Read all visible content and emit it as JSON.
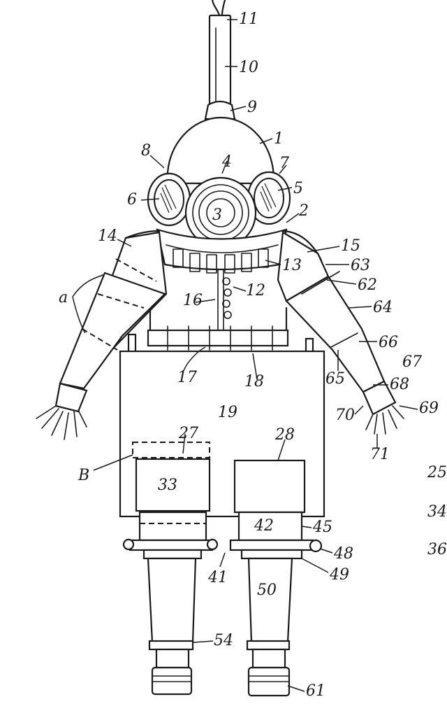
{
  "reference_numerals": [
    {
      "id": "n11",
      "text": "11"
    },
    {
      "id": "n10",
      "text": "10"
    },
    {
      "id": "n9",
      "text": "9"
    },
    {
      "id": "n1",
      "text": "1"
    },
    {
      "id": "n8",
      "text": "8"
    },
    {
      "id": "n4",
      "text": "4"
    },
    {
      "id": "n7",
      "text": "7"
    },
    {
      "id": "n6",
      "text": "6"
    },
    {
      "id": "n5",
      "text": "5"
    },
    {
      "id": "n3",
      "text": "3"
    },
    {
      "id": "n2",
      "text": "2"
    },
    {
      "id": "n14",
      "text": "14"
    },
    {
      "id": "n15",
      "text": "15"
    },
    {
      "id": "n13",
      "text": "13"
    },
    {
      "id": "n63",
      "text": "63"
    },
    {
      "id": "n62",
      "text": "62"
    },
    {
      "id": "na",
      "text": "a"
    },
    {
      "id": "n12",
      "text": "12"
    },
    {
      "id": "n16",
      "text": "16"
    },
    {
      "id": "n64",
      "text": "64"
    },
    {
      "id": "n66",
      "text": "66"
    },
    {
      "id": "n67",
      "text": "67"
    },
    {
      "id": "n17",
      "text": "17"
    },
    {
      "id": "n18",
      "text": "18"
    },
    {
      "id": "n65",
      "text": "65"
    },
    {
      "id": "n68",
      "text": "68"
    },
    {
      "id": "n19",
      "text": "19"
    },
    {
      "id": "n70",
      "text": "70"
    },
    {
      "id": "n69",
      "text": "69"
    },
    {
      "id": "n27",
      "text": "27"
    },
    {
      "id": "n28",
      "text": "28"
    },
    {
      "id": "n71",
      "text": "71"
    },
    {
      "id": "nB",
      "text": "B"
    },
    {
      "id": "n33",
      "text": "33"
    },
    {
      "id": "n42",
      "text": "42"
    },
    {
      "id": "n45",
      "text": "45"
    },
    {
      "id": "n48",
      "text": "48"
    },
    {
      "id": "n41",
      "text": "41"
    },
    {
      "id": "n49",
      "text": "49"
    },
    {
      "id": "n50",
      "text": "50"
    },
    {
      "id": "n54",
      "text": "54"
    },
    {
      "id": "n61",
      "text": "61"
    },
    {
      "id": "m25",
      "text": "25"
    },
    {
      "id": "m34",
      "text": "34"
    },
    {
      "id": "m36",
      "text": "36"
    }
  ]
}
